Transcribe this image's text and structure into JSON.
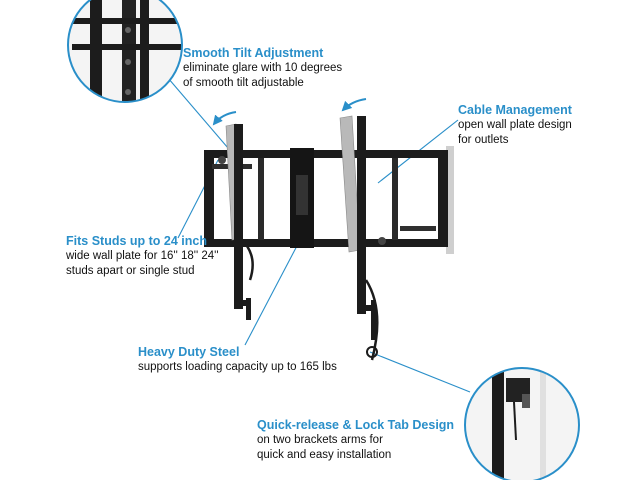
{
  "colors": {
    "accent": "#2a8fc9",
    "text": "#111111",
    "steel": "#1c1c1c",
    "bracket_silver": "#b9b9b9",
    "wall_plate": "#cfcfcf"
  },
  "icons": [
    "tilt-arrow-icon",
    "leader-line"
  ],
  "features": {
    "smooth_tilt": {
      "title": "Smooth Tilt Adjustment",
      "lines": [
        "eliminate glare with 10 degrees",
        "of smooth tilt adjustable"
      ]
    },
    "cable_management": {
      "title": "Cable Management",
      "lines": [
        "open wall plate design",
        "for outlets"
      ]
    },
    "fits_studs": {
      "title": "Fits Studs up to 24 inch",
      "lines": [
        "wide wall plate for 16'' 18'' 24''",
        "studs apart or single stud"
      ]
    },
    "heavy_duty": {
      "title": "Heavy Duty Steel",
      "lines": [
        "supports loading capacity up to 165 lbs"
      ]
    },
    "quick_release": {
      "title": "Quick-release & Lock Tab Design",
      "lines": [
        "on two brackets arms for",
        "quick and easy installation"
      ]
    }
  }
}
